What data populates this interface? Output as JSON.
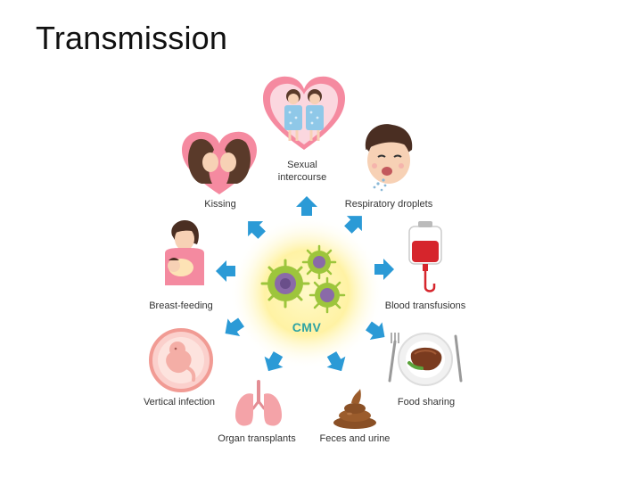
{
  "slide": {
    "title": "Transmission"
  },
  "center": {
    "label": "CMV"
  },
  "routes": [
    {
      "id": "sexual",
      "label_line1": "Sexual",
      "label_line2": "intercourse"
    },
    {
      "id": "kissing",
      "label": "Kissing"
    },
    {
      "id": "respiratory",
      "label": "Respiratory droplets"
    },
    {
      "id": "breast",
      "label": "Breast-feeding"
    },
    {
      "id": "blood",
      "label": "Blood transfusions"
    },
    {
      "id": "vertical",
      "label": "Vertical infection"
    },
    {
      "id": "food",
      "label": "Food sharing"
    },
    {
      "id": "organ",
      "label": "Organ transplants"
    },
    {
      "id": "feces",
      "label": "Feces and urine"
    }
  ],
  "colors": {
    "arrow": "#2b9ad6",
    "glow": "#fff3a0",
    "virus_green": "#9dc53c",
    "virus_purple": "#8a6aa8",
    "heart_pink": "#f58aa0",
    "blood_red": "#d6252c",
    "lung_pink": "#f4a3a8",
    "poop_brown": "#8a5026"
  },
  "icons": [
    "heart-couple-icon",
    "kissing-couple-icon",
    "coughing-face-icon",
    "breastfeeding-icon",
    "blood-bag-icon",
    "fetus-icon",
    "food-plate-icon",
    "lungs-icon",
    "feces-icon",
    "virus-icon"
  ]
}
